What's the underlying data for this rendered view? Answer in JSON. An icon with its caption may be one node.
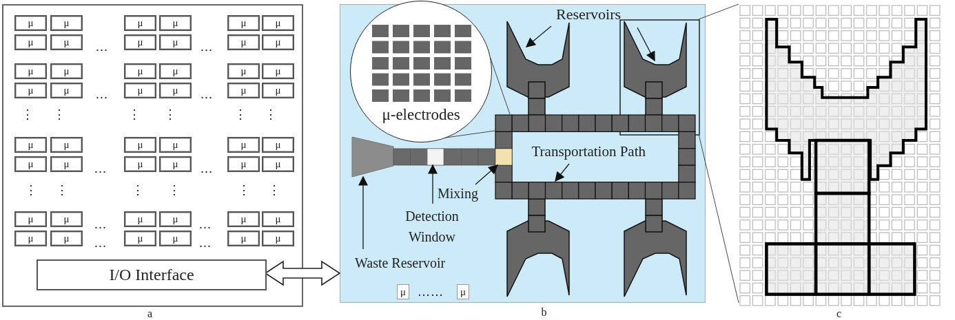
{
  "diagram": {
    "nodes": [
      {
        "text": [],
        "shape": "box"
      },
      {
        "text": [
          "μ"
        ],
        "in": 0
      },
      {
        "text": [
          "μ"
        ],
        "in": 0
      },
      {
        "text": [
          "μ"
        ],
        "in": 0
      },
      {
        "text": [
          "μ"
        ],
        "in": 0
      },
      {
        "text": [
          "μ"
        ],
        "in": 0
      },
      {
        "text": [
          "μ"
        ],
        "in": 0
      },
      {
        "text": [
          "μ"
        ],
        "in": 0
      },
      {
        "text": [
          "μ"
        ],
        "in": 0
      },
      {
        "text": [
          "μ"
        ],
        "in": 0
      },
      {
        "text": [
          "μ"
        ],
        "in": 0
      },
      {
        "text": [
          "μ"
        ],
        "in": 0
      },
      {
        "text": [
          "μ"
        ],
        "in": 0
      },
      {
        "text": [
          "μ"
        ],
        "in": 0
      },
      {
        "text": [
          "μ"
        ],
        "in": 0
      },
      {
        "text": [
          "μ"
        ],
        "in": 0
      },
      {
        "text": [
          "μ"
        ],
        "in": 0
      },
      {
        "text": [
          "μ"
        ],
        "in": 0
      },
      {
        "text": [
          "μ"
        ],
        "in": 0
      },
      {
        "text": [
          "μ"
        ],
        "in": 0
      },
      {
        "text": [
          "μ"
        ],
        "in": 0
      },
      {
        "text": [
          "μ"
        ],
        "in": 0
      },
      {
        "text": [
          "μ"
        ],
        "in": 0
      },
      {
        "text": [
          "μ"
        ],
        "in": 0
      },
      {
        "text": [
          "μ"
        ],
        "in": 0
      },
      {
        "text": [
          "μ"
        ],
        "in": 0
      },
      {
        "text": [
          "μ"
        ],
        "in": 0
      },
      {
        "text": [
          "μ"
        ],
        "in": 0
      },
      {
        "text": [
          "μ"
        ],
        "in": 0
      },
      {
        "text": [
          "μ"
        ],
        "in": 0
      },
      {
        "text": [
          "μ"
        ],
        "in": 0
      },
      {
        "text": [
          "μ"
        ],
        "in": 0
      },
      {
        "text": [
          "μ"
        ],
        "in": 0
      },
      {
        "text": [
          "μ"
        ],
        "in": 0
      },
      {
        "text": [
          "μ"
        ],
        "in": 0
      },
      {
        "text": [
          "μ"
        ],
        "in": 0
      },
      {
        "text": [
          "μ"
        ],
        "in": 0
      },
      {
        "text": [
          "μ"
        ],
        "in": 0
      },
      {
        "text": [
          "μ"
        ],
        "in": 0
      },
      {
        "text": [
          "μ"
        ],
        "in": 0
      },
      {
        "text": [
          "μ"
        ],
        "in": 0
      },
      {
        "text": [
          "μ"
        ],
        "in": 0
      },
      {
        "text": [
          "μ"
        ],
        "in": 0
      },
      {
        "text": [
          "μ"
        ],
        "in": 0
      },
      {
        "text": [
          "μ"
        ],
        "in": 0
      },
      {
        "text": [
          "μ"
        ],
        "in": 0
      },
      {
        "text": [
          "μ"
        ],
        "in": 0
      },
      {
        "text": [
          "μ"
        ],
        "in": 0
      },
      {
        "text": [
          "μ"
        ],
        "in": 0
      },
      {
        "text": [
          "I/O Interface"
        ],
        "in": 0
      },
      {
        "text": [],
        "shape": "box"
      },
      {
        "text": [
          "μ-electrodes"
        ],
        "in": 50
      },
      {
        "text": [
          "Reservoirs"
        ],
        "in": 50
      },
      {
        "text": [],
        "shape": "reservoir",
        "in": 50
      },
      {
        "text": [],
        "shape": "box",
        "in": 50
      },
      {
        "text": [],
        "shape": "reservoir",
        "in": 54
      },
      {
        "text": [],
        "shape": "ring",
        "in": 50
      },
      {
        "text": [
          "Transportation Path"
        ],
        "in": 56
      },
      {
        "text": [],
        "shape": "trapezoid",
        "in": 50
      },
      {
        "text": [],
        "shape": "box",
        "in": 50
      },
      {
        "text": [],
        "shape": "box",
        "in": 56
      },
      {
        "text": [
          "Mixing"
        ],
        "in": 50
      },
      {
        "text": [
          "Detection Window"
        ],
        "in": 50
      },
      {
        "text": [
          "Waste Reservoir"
        ],
        "in": 50
      },
      {
        "text": [],
        "shape": "reservoir",
        "in": 50
      },
      {
        "text": [],
        "shape": "reservoir",
        "in": 50
      },
      {
        "text": [
          "μ"
        ],
        "in": 50
      },
      {
        "text": [
          "μ"
        ],
        "in": 50
      },
      {
        "text": [],
        "shape": "grid"
      }
    ],
    "edges": [
      {
        "from": 49,
        "to": 50,
        "arrow": "both"
      },
      {
        "from": 52,
        "to": 53,
        "arrow": "to"
      },
      {
        "from": 52,
        "to": 55,
        "arrow": "to"
      },
      {
        "from": 57,
        "to": 56,
        "arrow": "to"
      },
      {
        "from": 61,
        "to": 60,
        "arrow": "to"
      },
      {
        "from": 62,
        "to": 59,
        "arrow": "to"
      },
      {
        "from": 63,
        "to": 58,
        "arrow": "to"
      },
      {
        "from": 51,
        "to": 56,
        "arrow": "none"
      },
      {
        "from": 51,
        "to": 56,
        "arrow": "none"
      },
      {
        "from": 54,
        "to": 68,
        "arrow": "none"
      },
      {
        "from": 54,
        "to": 68,
        "arrow": "none"
      }
    ],
    "labels": [
      "…",
      "…",
      "…",
      "…",
      "⋮",
      "⋮",
      "⋮",
      "⋮",
      "⋮",
      "⋮",
      "…",
      "…",
      "⋮",
      "⋮",
      "⋮",
      "⋮",
      "⋮",
      "⋮",
      "…",
      "…",
      "…",
      "…",
      "……",
      "a",
      "b",
      "c"
    ]
  }
}
